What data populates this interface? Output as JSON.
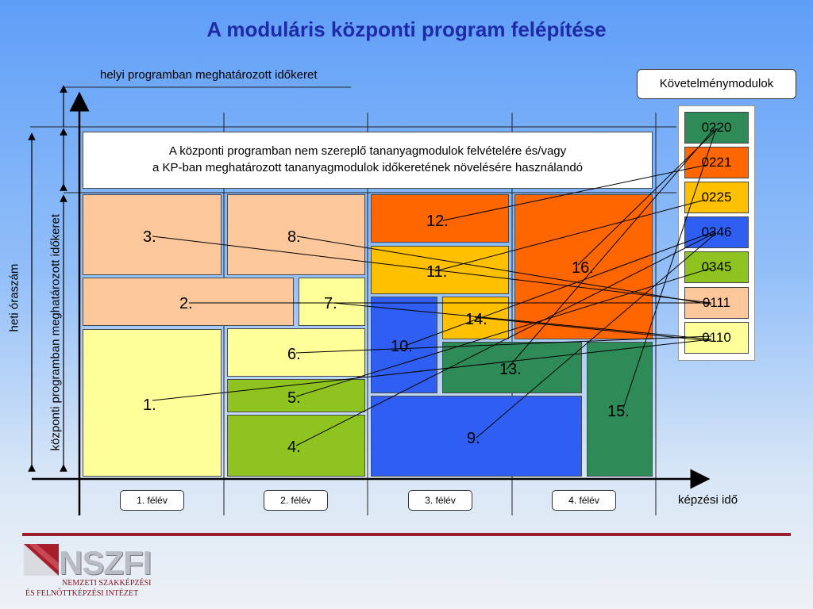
{
  "title": "A moduláris központi program felépítése",
  "top_label": "helyi programban meghatározott időkeret",
  "left_label_outer": "heti óraszám",
  "left_label_inner": "központi programban meghatározott időkeret",
  "x_axis_label": "képzési idő",
  "banner": {
    "line1": "A központi programban nem szereplő tananyagmodulok felvételére és/vagy",
    "line2": "a KP-ban meghatározott tananyagmodulok időkeretének növelésére használandó"
  },
  "semesters": [
    "1. félév",
    "2. félév",
    "3. félév",
    "4. félév"
  ],
  "modules_header": "Követelménymodulok",
  "modules": [
    {
      "code": "0220",
      "color": "#2e8b57"
    },
    {
      "code": "0221",
      "color": "#ff6600"
    },
    {
      "code": "0225",
      "color": "#ffc000"
    },
    {
      "code": "0346",
      "color": "#2f5ff2"
    },
    {
      "code": "0345",
      "color": "#8fc31f"
    },
    {
      "code": "0111",
      "color": "#fcc79a"
    },
    {
      "code": "0110",
      "color": "#ffff99"
    }
  ],
  "blocks": [
    {
      "label": "1.",
      "color": "#ffff99"
    },
    {
      "label": "2.",
      "color": "#fcc79a"
    },
    {
      "label": "3.",
      "color": "#fcc79a"
    },
    {
      "label": "4.",
      "color": "#8fc31f"
    },
    {
      "label": "5.",
      "color": "#8fc31f"
    },
    {
      "label": "6.",
      "color": "#ffff99"
    },
    {
      "label": "7.",
      "color": "#ffff99"
    },
    {
      "label": "8.",
      "color": "#fcc79a"
    },
    {
      "label": "9.",
      "color": "#2f5ff2"
    },
    {
      "label": "10.",
      "color": "#2f5ff2"
    },
    {
      "label": "11.",
      "color": "#ffc000"
    },
    {
      "label": "12.",
      "color": "#ff6600"
    },
    {
      "label": "13.",
      "color": "#2e8b57"
    },
    {
      "label": "14.",
      "color": "#ffc000"
    },
    {
      "label": "15.",
      "color": "#2e8b57"
    },
    {
      "label": "16.",
      "color": "#ff6600"
    }
  ],
  "logo": {
    "text": "NSZFI",
    "sub1": "NEMZETI SZAKKÉPZÉSI",
    "sub2": "ÉS FELNŐTTKÉPZÉSI INTÉZET"
  }
}
